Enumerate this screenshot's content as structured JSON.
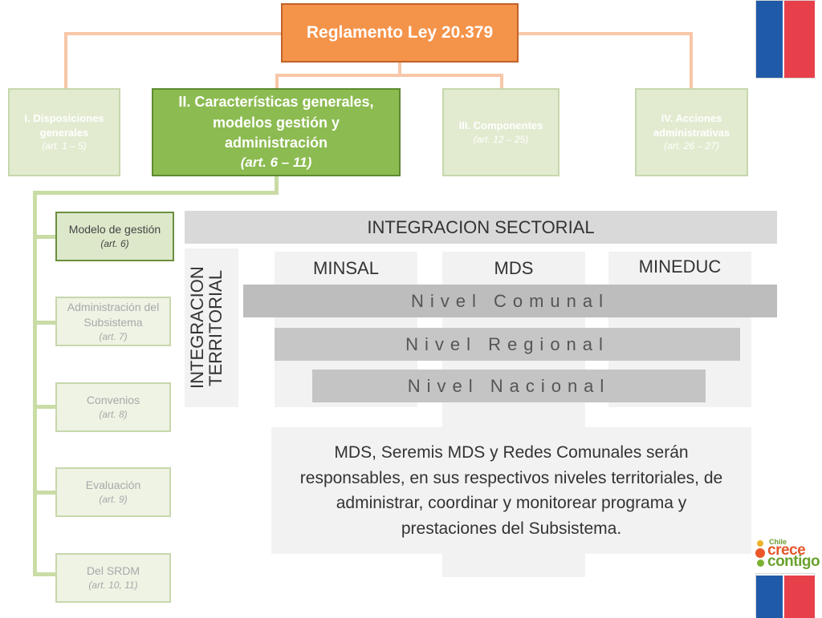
{
  "header": {
    "title": "Reglamento Ley 20.379"
  },
  "sections": [
    {
      "title": "I. Disposiciones generales",
      "art": "(art. 1 – 5)"
    },
    {
      "title": "II. Características generales, modelos gestión y administración",
      "art": "(art. 6 – 11)"
    },
    {
      "title": "III. Componentes",
      "art": "(art. 12 – 25)"
    },
    {
      "title": "IV. Acciones administrativas",
      "art": "(art. 26 – 27)"
    }
  ],
  "sidebar": {
    "items": [
      {
        "label": "Modelo de gestión",
        "art": "(art. 6)"
      },
      {
        "label": "Administración del Subsistema",
        "art": "(art. 7)"
      },
      {
        "label": "Convenios",
        "art": "(art. 8)"
      },
      {
        "label": "Evaluación",
        "art": "(art. 9)"
      },
      {
        "label": "Del SRDM",
        "art": "(art. 10, 11)"
      }
    ]
  },
  "matrix": {
    "horizontal_label": "INTEGRACION SECTORIAL",
    "vertical_label": "INTEGRACION TERRITORIAL",
    "columns": [
      "MINSAL",
      "MDS",
      "MINEDUC"
    ],
    "levels": [
      "Nivel Comunal",
      "Nivel Regional",
      "Nivel Nacional"
    ]
  },
  "note": "MDS, Seremis MDS y Redes Comunales serán responsables, en sus respectivos niveles territoriales, de administrar, coordinar y monitorear programa y prestaciones del Subsistema.",
  "logo": {
    "small": "Chile",
    "line1": "crece",
    "line2": "contigo"
  },
  "colors": {
    "orange": "#f4934a",
    "green_active": "#8cbb51",
    "green_light": "#e2ebd0",
    "flag_blue": "#1f5aa8",
    "flag_red": "#e8404a"
  }
}
